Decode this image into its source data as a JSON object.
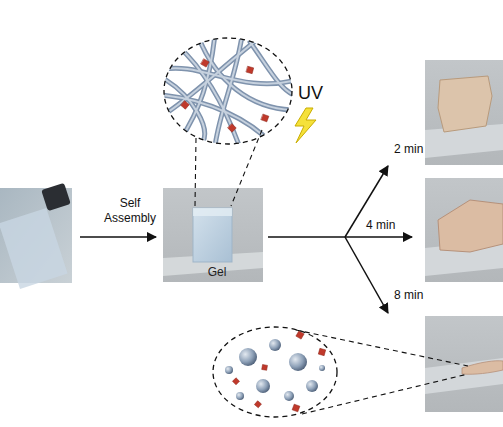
{
  "diagram": {
    "nodes": [
      {
        "text": [
          "Gel"
        ]
      }
    ],
    "labels": [
      "Self Assembly",
      "UV",
      "2 min",
      "4 min",
      "8 min"
    ]
  }
}
